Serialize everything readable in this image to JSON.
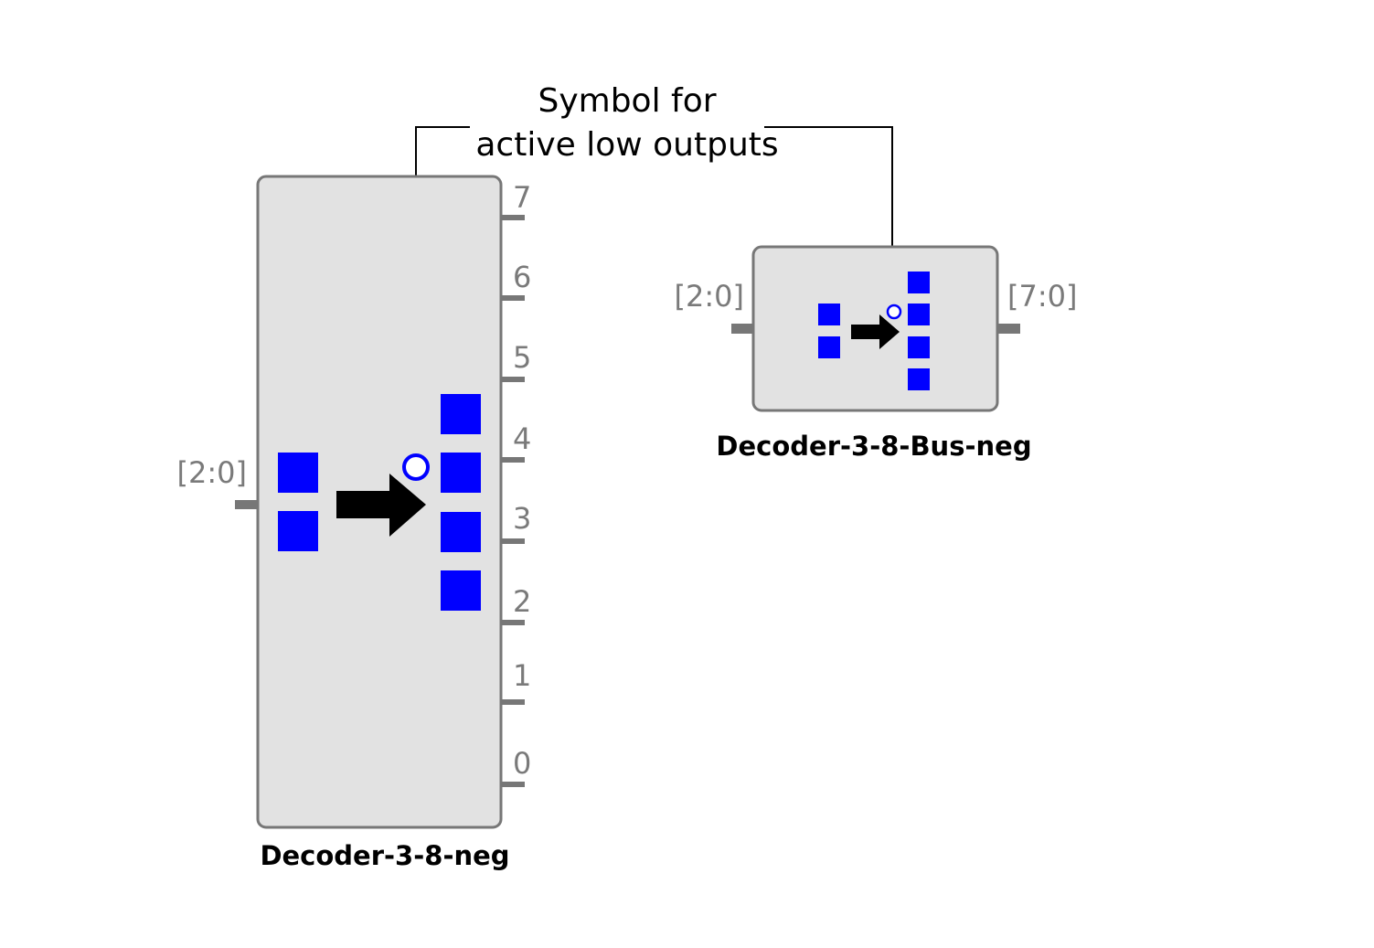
{
  "colors": {
    "block_fill": "#e2e2e2",
    "block_stroke": "#777777",
    "pin": "#777777",
    "pin_label": "#7a7a7a",
    "bit_square": "#0000ff",
    "arrow": "#000000",
    "negation_circle": "#0000ff",
    "text": "#000000"
  },
  "callout": {
    "line1": "Symbol for",
    "line2": "active low outputs"
  },
  "decoder_neg": {
    "name": "Decoder-3-8-neg",
    "input_label": "[2:0]",
    "output_labels": [
      "7",
      "6",
      "5",
      "4",
      "3",
      "2",
      "1",
      "0"
    ],
    "icon": {
      "input_bits": 2,
      "output_bits": 4,
      "arrow": "right-arrow-icon",
      "negation": "negation-circle-icon"
    }
  },
  "decoder_bus_neg": {
    "name": "Decoder-3-8-Bus-neg",
    "input_label": "[2:0]",
    "output_label": "[7:0]",
    "icon": {
      "input_bits": 2,
      "output_bits": 4,
      "arrow": "right-arrow-icon",
      "negation": "negation-circle-icon"
    }
  }
}
